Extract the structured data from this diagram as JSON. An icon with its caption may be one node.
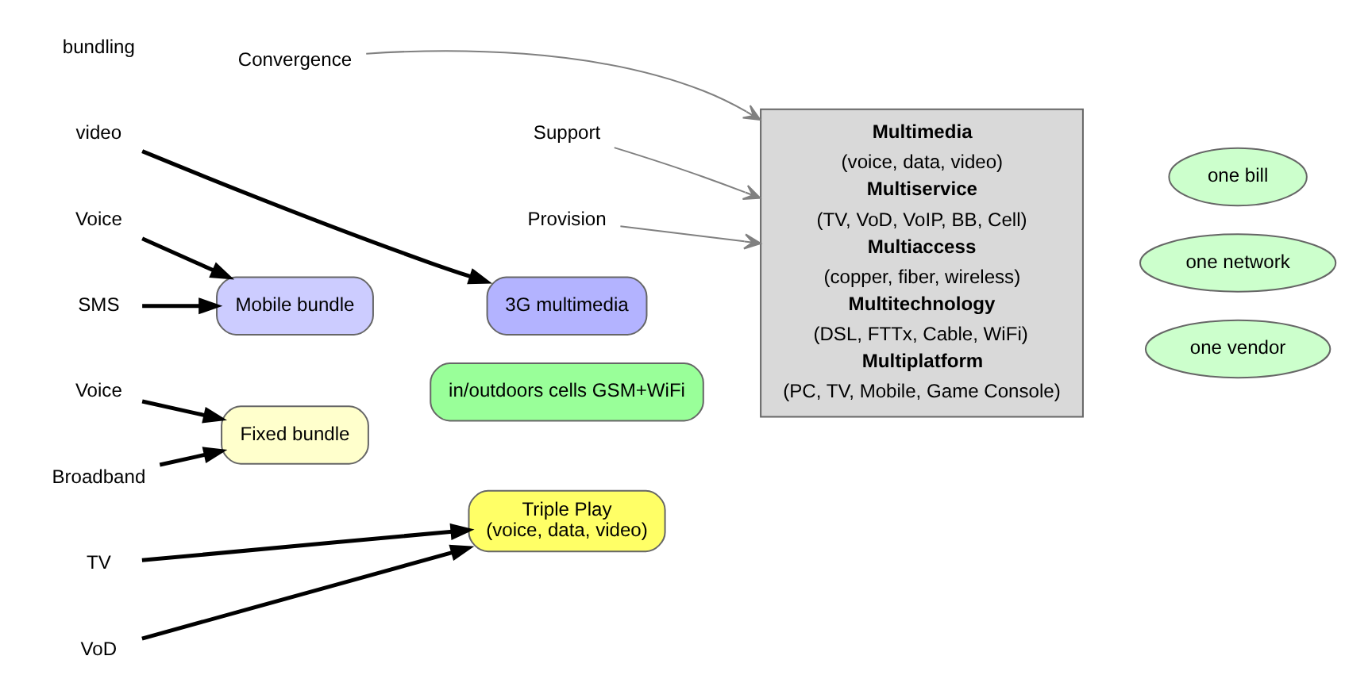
{
  "diagram": {
    "nodes": [
      {
        "text": [
          "Convergence"
        ]
      },
      {
        "text": [
          "Support"
        ]
      },
      {
        "text": [
          "Provision"
        ]
      },
      {
        "text": [
          "Multimedia",
          "(voice, data, video)",
          "Multiservice",
          "(TV, VoD, VoIP, BB, Cell)",
          "Multiaccess",
          "(copper, fiber, wireless)",
          "Multitechnology",
          "(DSL, FTTx, Cable, WiFi)",
          "Multiplatform",
          "(PC, TV, Mobile, Game Console)"
        ]
      },
      {
        "text": [
          "video"
        ]
      },
      {
        "text": [
          "3G multimedia"
        ]
      },
      {
        "text": [
          "Voice"
        ]
      },
      {
        "text": [
          "SMS"
        ]
      },
      {
        "text": [
          "Mobile bundle"
        ]
      },
      {
        "text": [
          "in/outdoors cells GSM+WiFi"
        ]
      },
      {
        "text": [
          "one bill"
        ]
      },
      {
        "text": [
          "Voice"
        ]
      },
      {
        "text": [
          "Broadband"
        ]
      },
      {
        "text": [
          "Fixed bundle"
        ]
      },
      {
        "text": [
          "one network"
        ]
      },
      {
        "text": [
          "TV"
        ]
      },
      {
        "text": [
          "VoD"
        ]
      },
      {
        "text": [
          "Triple Play",
          "(voice, data, video)"
        ]
      },
      {
        "text": [
          "one vendor"
        ]
      }
    ],
    "edges": [
      {
        "from": 0,
        "to": 3,
        "arrow": "to",
        "color": "#808080"
      },
      {
        "from": 1,
        "to": 3,
        "arrow": "to",
        "color": "#808080"
      },
      {
        "from": 2,
        "to": 3,
        "arrow": "to",
        "color": "#808080"
      },
      {
        "from": 4,
        "to": 5,
        "arrow": "to"
      },
      {
        "from": 6,
        "to": 8,
        "arrow": "to"
      },
      {
        "from": 7,
        "to": 8,
        "arrow": "to"
      },
      {
        "from": 11,
        "to": 13,
        "arrow": "to"
      },
      {
        "from": 12,
        "to": 13,
        "arrow": "to"
      },
      {
        "from": 15,
        "to": 17,
        "arrow": "to"
      },
      {
        "from": 16,
        "to": 17,
        "arrow": "to"
      }
    ],
    "labels": [
      "bundling"
    ]
  }
}
